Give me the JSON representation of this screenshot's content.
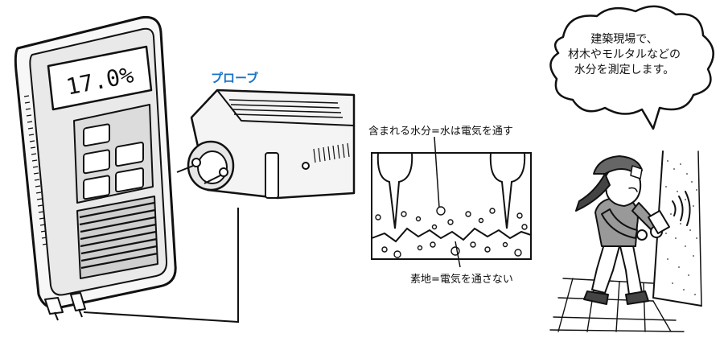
{
  "meter": {
    "display_value": "17.0%"
  },
  "probe": {
    "label": "プローブ",
    "label_color": "#1a73c8"
  },
  "diagram": {
    "water_label": "含まれる水分=水は電気を通す",
    "base_label": "素地=電気を通さない"
  },
  "speech_bubble": {
    "lines": [
      "建築現場で、",
      "材木やモルタルなどの",
      "水分を測定します。"
    ]
  }
}
